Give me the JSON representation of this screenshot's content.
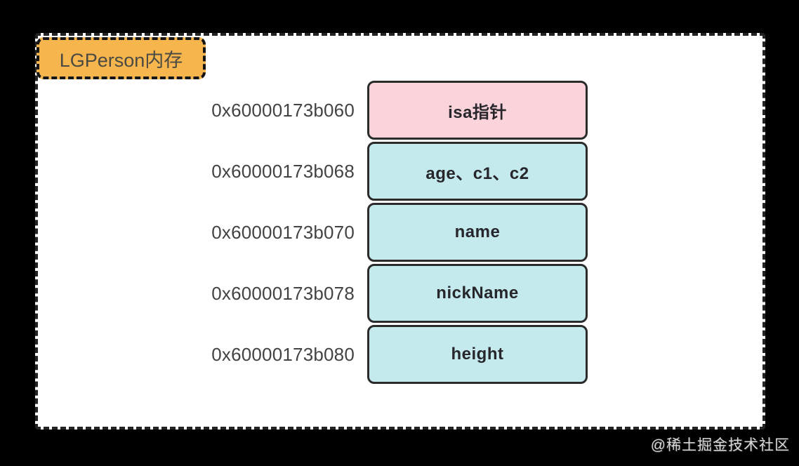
{
  "title_badge": {
    "label": "LGPerson内存"
  },
  "memory_table": {
    "rows": [
      {
        "address": "0x60000173b060",
        "label": "isa指针",
        "type": "isa"
      },
      {
        "address": "0x60000173b068",
        "label": "age、c1、c2",
        "type": "ivar"
      },
      {
        "address": "0x60000173b070",
        "label": "name",
        "type": "ivar"
      },
      {
        "address": "0x60000173b078",
        "label": "nickName",
        "type": "ivar"
      },
      {
        "address": "0x60000173b080",
        "label": "height",
        "type": "ivar"
      }
    ]
  },
  "watermark": {
    "text": "@稀土掘金技术社区"
  },
  "colors": {
    "canvas_bg": "#000000",
    "panel_bg": "#FFFFFF",
    "border_dark": "#2B2B2B",
    "badge_fill": "#F7B54E",
    "isa_cell_fill": "#FBD3DB",
    "ivar_cell_fill": "#C4EAEE",
    "address_text": "#434343",
    "cell_text": "#26262B",
    "watermark_text": "#D8D8D8"
  }
}
